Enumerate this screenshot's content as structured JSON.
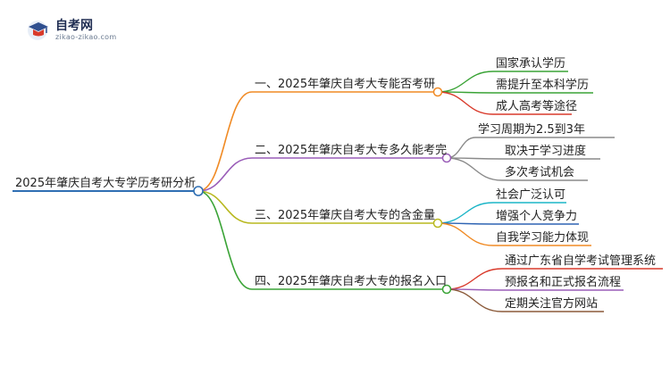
{
  "logo": {
    "title": "自考网",
    "url": "zikao-zikao.com"
  },
  "root": {
    "label": "2025年肇庆自考大专学历考研分析",
    "color": "#2f6fb3"
  },
  "branches": [
    {
      "label": "一、2025年肇庆自考大专能否考研",
      "color": "#f08a24",
      "leaves": [
        {
          "label": "国家承认学历",
          "color": "#3aa336"
        },
        {
          "label": "需提升至本科学历",
          "color": "#3aa336"
        },
        {
          "label": "成人高考等途径",
          "color": "#d93a2b"
        }
      ]
    },
    {
      "label": "二、2025年肇庆自考大专多久能考完",
      "color": "#9a5db8",
      "leaves": [
        {
          "label": "学习周期为2.5到3年",
          "color": "#8a8a8a"
        },
        {
          "label": "取决于学习进度",
          "color": "#8a8a8a"
        },
        {
          "label": "多次考试机会",
          "color": "#8a8a8a"
        }
      ]
    },
    {
      "label": "三、2025年肇庆自考大专的含金量",
      "color": "#b8b81e",
      "leaves": [
        {
          "label": "社会广泛认可",
          "color": "#1bb5c7"
        },
        {
          "label": "增强个人竞争力",
          "color": "#2e64b3"
        },
        {
          "label": "自我学习能力体现",
          "color": "#f08a24"
        }
      ]
    },
    {
      "label": "四、2025年肇庆自考大专的报名入口",
      "color": "#3aa336",
      "leaves": [
        {
          "label": "通过广东省自学考试管理系统",
          "color": "#d93a2b"
        },
        {
          "label": "预报名和正式报名流程",
          "color": "#9a5db8"
        },
        {
          "label": "定期关注官方网站",
          "color": "#8b5a3a"
        }
      ]
    }
  ]
}
